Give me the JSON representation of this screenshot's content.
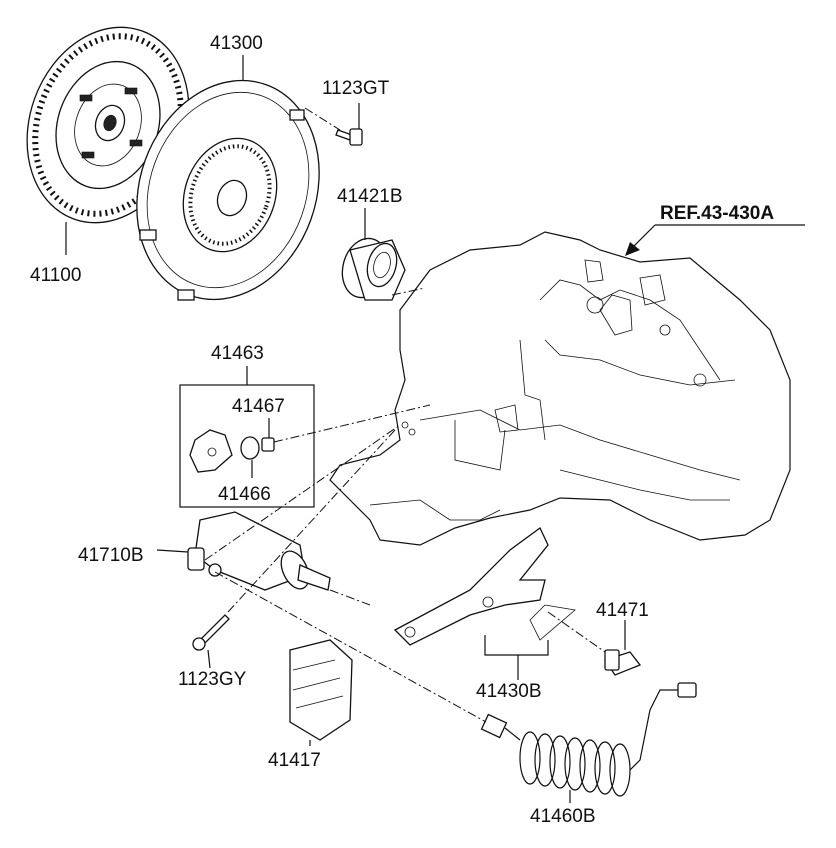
{
  "labels": {
    "disc": "41100",
    "cover": "41300",
    "bolt_top": "1123GT",
    "bearing": "41421B",
    "ref": "REF.43-430A",
    "bracket_kit": "41463",
    "bushing": "41467",
    "spring_seat": "41466",
    "cylinder": "41710B",
    "bolt_bottom": "1123GY",
    "boot": "41417",
    "fork": "41430B",
    "pivot": "41471",
    "hose": "41460B"
  }
}
